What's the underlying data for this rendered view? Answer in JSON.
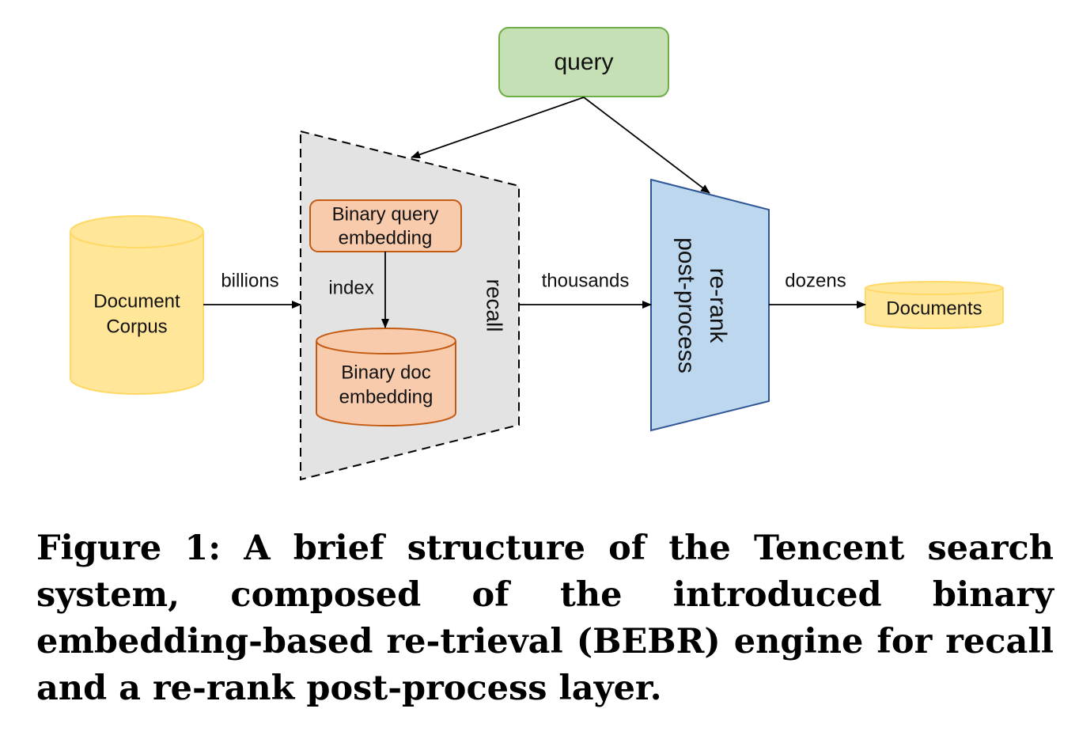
{
  "diagram": {
    "query_label": "query",
    "corpus_label_line1": "Document",
    "corpus_label_line2": "Corpus",
    "billions_label": "billions",
    "binary_query_line1": "Binary query",
    "binary_query_line2": "embedding",
    "index_label": "index",
    "binary_doc_line1": "Binary doc",
    "binary_doc_line2": "embedding",
    "recall_label": "recall",
    "thousands_label": "thousands",
    "rerank_line1": "re-rank",
    "rerank_line2": "post-process",
    "dozens_label": "dozens",
    "documents_label": "Documents",
    "colors": {
      "query_fill": "#c5e0b4",
      "query_stroke": "#70ad47",
      "cylinder_fill": "#ffe699",
      "cylinder_stroke": "#ffd966",
      "orange_fill": "#f8cbad",
      "orange_stroke": "#c55a11",
      "recall_fill": "#e3e3e3",
      "rerank_fill": "#bdd7ee",
      "rerank_stroke": "#2f5597"
    }
  },
  "caption": {
    "text": "Figure 1: A brief structure of the Tencent search system, composed of the introduced binary embedding-based re-trieval (BEBR) engine for recall and a re-rank post-process layer."
  }
}
